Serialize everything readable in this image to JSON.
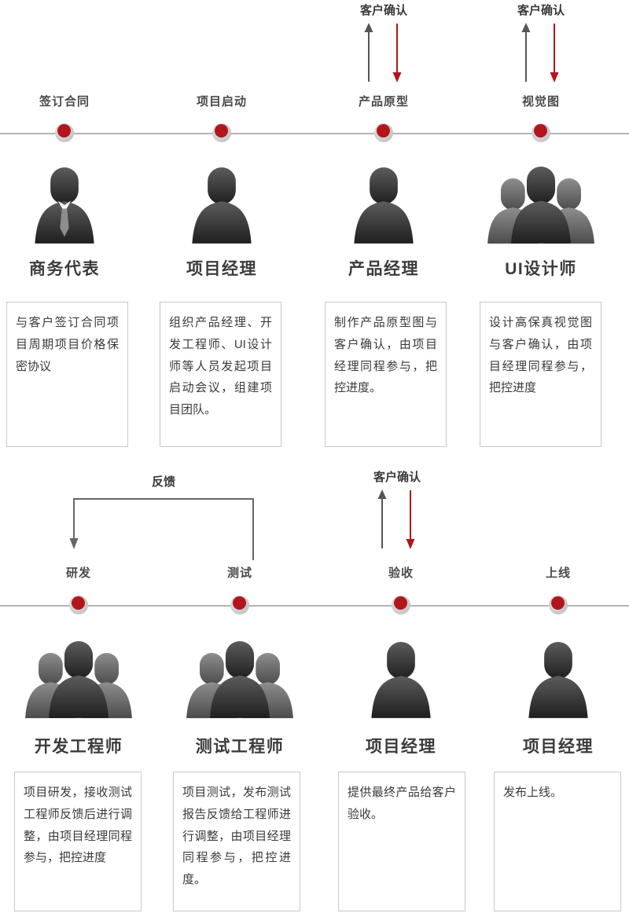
{
  "colors": {
    "accent_red": "#b3151c",
    "dark_text": "#3c3c3c",
    "line_gray": "#b3b3b3",
    "box_border": "#c9c9c9"
  },
  "row1": {
    "stages": [
      {
        "label": "签订合同",
        "role": "商务代表",
        "desc": "与客户签订合同项目周期项目价格保密协议"
      },
      {
        "label": "项目启动",
        "role": "项目经理",
        "desc": "组织产品经理、开发工程师、UI设计师等人员发起项目启动会议，组建项目团队。"
      },
      {
        "label": "产品原型",
        "role": "产品经理",
        "desc": "制作产品原型图与客户确认，由项目经理同程参与，把控进度。",
        "confirm": "客户确认"
      },
      {
        "label": "视觉图",
        "role": "UI设计师",
        "desc": "设计高保真视觉图与客户确认，由项目经理同程参与，把控进度",
        "confirm": "客户确认"
      }
    ]
  },
  "row2": {
    "feedback_label": "反馈",
    "stages": [
      {
        "label": "研发",
        "role": "开发工程师",
        "desc": "项目研发，接收测试工程师反馈后进行调整，由项目经理同程参与，把控进度"
      },
      {
        "label": "测试",
        "role": "测试工程师",
        "desc": "项目测试，发布测试报告反馈给工程师进行调整，由项目经理同程参与，把控进度。"
      },
      {
        "label": "验收",
        "role": "项目经理",
        "desc": "提供最终产品给客户验收。",
        "confirm": "客户确认"
      },
      {
        "label": "上线",
        "role": "项目经理",
        "desc": "发布上线。"
      }
    ]
  }
}
